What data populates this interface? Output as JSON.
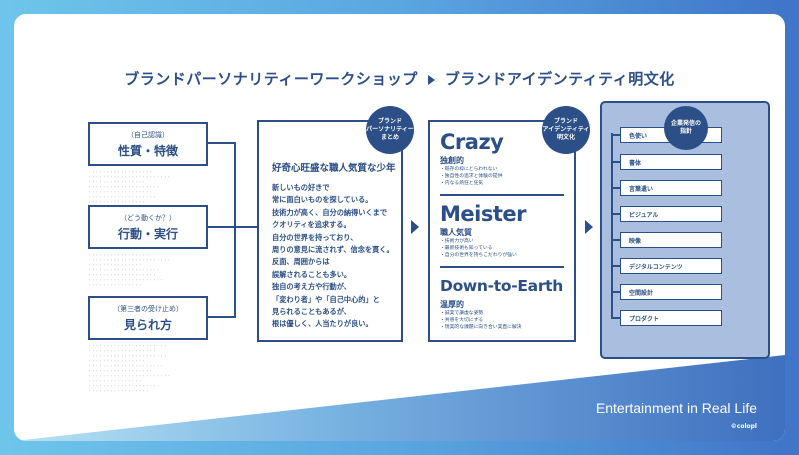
{
  "title": {
    "left": "ブランドパーソナリティーワークショップ",
    "right": "ブランドアイデンティティ明文化"
  },
  "left_boxes": [
    {
      "sub": "（自己認識）",
      "main": "性質・特徴"
    },
    {
      "sub": "（どう動くか？）",
      "main": "行動・実行"
    },
    {
      "sub": "（第三者の受け止め）",
      "main": "見られ方"
    }
  ],
  "personality": {
    "badge": "ブランド\nパーソナリティー\nまとめ",
    "heading": "好奇心旺盛な職人気質な少年",
    "body": "新しいもの好きで\n常に面白いものを探している。\n技術力が高く、自分の納得いくまで\nクオリティを追求する。\n自分の世界を持っており、\n周りの意見に流されず、信念を貫く。\n反面、周囲からは\n誤解されることも多い。\n独自の考え方や行動が、\n「変わり者」や「自己中心的」と\n見られることもあるが、\n根は優しく、人当たりが良い。"
  },
  "identity": {
    "badge": "ブランド\nアイデンティティ\n明文化",
    "sections": [
      {
        "title": "Crazy",
        "sub": "独創的",
        "items": [
          "・既存の枠にとらわれない",
          "・独自性の追求と体験の提供",
          "・内なる熱狂と狂気"
        ]
      },
      {
        "title": "Meister",
        "sub": "職人気質",
        "items": [
          "・技術力が高い",
          "・最新技術も知っている",
          "・自分の世界を持ちこだわりが強い"
        ]
      },
      {
        "title": "Down-to-Earth",
        "sub": "温厚的",
        "items": [
          "・誠実で謙虚な姿勢",
          "・共感を大切にする",
          "・現実的な課題に向き合い実直に解決"
        ]
      }
    ]
  },
  "guidelines": {
    "badge": "企業発信の\n指針",
    "items": [
      "色使い",
      "書体",
      "言葉遣い",
      "ビジュアル",
      "映像",
      "デジタルコンテンツ",
      "空間設計",
      "プロダクト"
    ]
  },
  "footer": {
    "tagline": "Entertainment in Real Life",
    "brand": "©colopl"
  },
  "colors": {
    "primary": "#2b4f86",
    "panel": "#aabfdf"
  }
}
